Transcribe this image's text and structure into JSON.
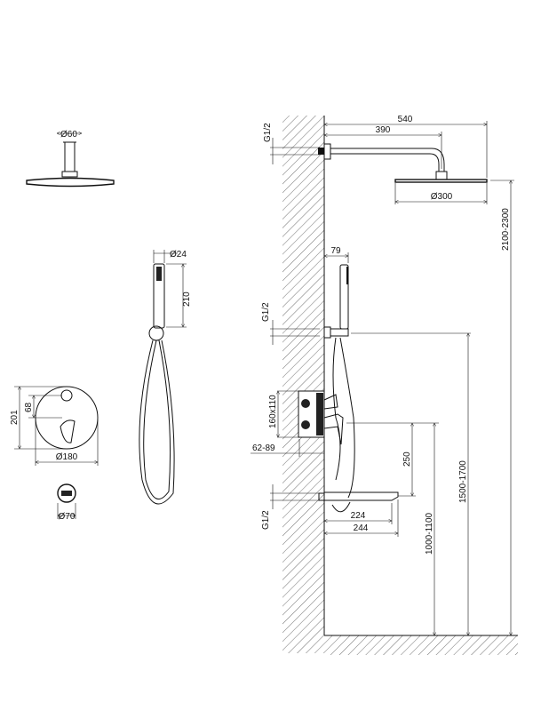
{
  "top_view": {
    "head_diameter": "Ø60"
  },
  "hand_shower_view": {
    "diameter": "Ø24",
    "length": "210"
  },
  "mixer_view": {
    "plate_height": "201",
    "handle_offset": "68",
    "plate_diameter": "Ø180",
    "outlet_diameter": "Ø70"
  },
  "side_view": {
    "arm_total": "540",
    "arm_length": "390",
    "head_diameter": "Ø300",
    "thread_top": "G1/2",
    "holder_offset": "79",
    "thread_middle": "G1/2",
    "box_size": "160x110",
    "box_depth": "62-89",
    "spout_gap": "250",
    "thread_bottom": "G1/2",
    "spout_reach_inner": "224",
    "spout_reach_outer": "244",
    "spout_height": "1000-1100",
    "holder_height": "1500-1700",
    "head_height": "2100-2300"
  }
}
